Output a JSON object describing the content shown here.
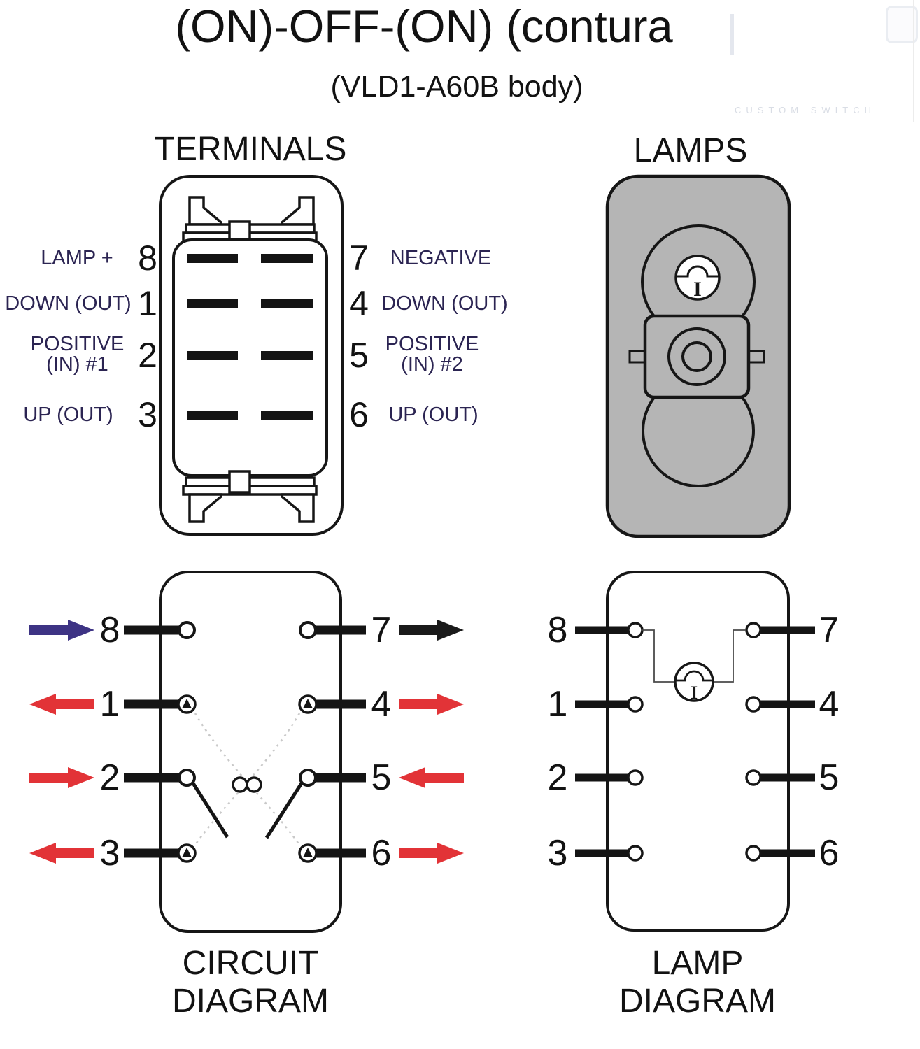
{
  "title": "(ON)-OFF-(ON) (contura",
  "subtitle": "(VLD1-A60B body)",
  "watermark": "CUSTOM SWITCH",
  "colors": {
    "arrow_blue": "#3d3384",
    "arrow_red": "#e23337",
    "arrow_black": "#1a1a1a",
    "line_black": "#161616",
    "lamp_gray": "#b5b5b5",
    "label_navy": "#2b2452"
  },
  "lamp_symbol_letter": "I",
  "terminals": {
    "heading": "TERMINALS",
    "left": [
      {
        "num": "8",
        "label": "LAMP +"
      },
      {
        "num": "1",
        "label": "DOWN (OUT)"
      },
      {
        "num": "2",
        "label": "POSITIVE",
        "label2": "(IN) #1"
      },
      {
        "num": "3",
        "label": "UP (OUT)"
      }
    ],
    "right": [
      {
        "num": "7",
        "label": "NEGATIVE"
      },
      {
        "num": "4",
        "label": "DOWN (OUT)"
      },
      {
        "num": "5",
        "label": "POSITIVE",
        "label2": "(IN) #2"
      },
      {
        "num": "6",
        "label": "UP (OUT)"
      }
    ]
  },
  "lamps": {
    "heading": "LAMPS"
  },
  "circuit": {
    "caption_line1": "CIRCUIT",
    "caption_line2": "DIAGRAM",
    "left_nums": [
      "8",
      "1",
      "2",
      "3"
    ],
    "right_nums": [
      "7",
      "4",
      "5",
      "6"
    ]
  },
  "lamp_diagram": {
    "caption_line1": "LAMP",
    "caption_line2": "DIAGRAM",
    "left_nums": [
      "8",
      "1",
      "2",
      "3"
    ],
    "right_nums": [
      "7",
      "4",
      "5",
      "6"
    ]
  }
}
